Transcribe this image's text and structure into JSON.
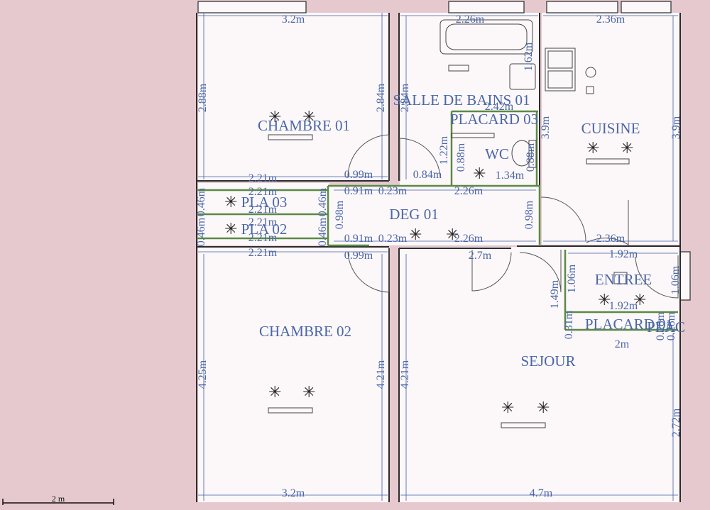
{
  "colors": {
    "background": "#e6c9cf",
    "floor": "#fcf7f8",
    "wall": "#2b2b2b",
    "wall_green": "#5a8a46",
    "label": "#4a67a8",
    "guide": "#3f5ea8"
  },
  "rooms": {
    "chambre01": "CHAMBRE 01",
    "chambre02": "CHAMBRE 02",
    "salle_de_bains": "SALLE DE BAINS 01",
    "placard03": "PLACARD 03",
    "wc": "WC",
    "cuisine": "CUISINE",
    "deg01": "DEG 01",
    "pla03": "PLA 03",
    "pla02": "PLA 02",
    "sejour": "SEJOUR",
    "entree": "ENTREE",
    "placard01": "PLACARD 01",
    "plac_small": "PLAC"
  },
  "dims": {
    "c1_top": "3.2m",
    "sdb_top": "2.26m",
    "cui_top": "2.36m",
    "c1_left": "2.88m",
    "c1_right": "2.84m",
    "sdb_left": "2.84m",
    "sdb_inner_a": "2.42m",
    "sdb_inner_b": "1.62m",
    "cui_right": "3.9m",
    "cui_left": "3.9m",
    "wc_left": "1.22m",
    "wc_a": "0.88m",
    "wc_b": "0.88m",
    "wc_bottom": "1.34m",
    "c1_bottom": "2.21m",
    "door_a": "0.99m",
    "door_b": "0.84m",
    "pla3_top": "2.21m",
    "pla3_mid": "2.21m",
    "pla3_bot": "2.21m",
    "pla2_top": "2.21m",
    "pla2_mid": "2.21m",
    "pla2_bot": "2.21m",
    "pla_l1": "0.46m",
    "pla_l2": "0.46m",
    "pla_r1": "0.46m",
    "pla_r2": "0.46m",
    "deg_top_a": "0.91m",
    "deg_top_b": "0.23m",
    "deg_top_c": "2.26m",
    "deg_bot_a": "0.91m",
    "deg_bot_b": "0.23m",
    "deg_bot_c": "2.26m",
    "deg_left": "0.98m",
    "deg_right": "0.98m",
    "cui_bottom": "2.36m",
    "c2_top": "0.99m",
    "sej_top": "2.7m",
    "ent_top": "1.92m",
    "ent_left": "1.06m",
    "ent_right": "1.06m",
    "ent_mid": "1.92m",
    "ent_side": "1.49m",
    "plac01_bottom": "2m",
    "plac01_a": "0.31m",
    "plac01_b": "0.28m",
    "plac01_c": "0.28m",
    "c2_left": "4.25m",
    "c2_right": "4.21m",
    "sej_left": "4.21m",
    "sej_right": "2.72m",
    "c2_bottom": "3.2m",
    "sej_bottom": "4.7m"
  },
  "scale": {
    "label": "2 m"
  }
}
